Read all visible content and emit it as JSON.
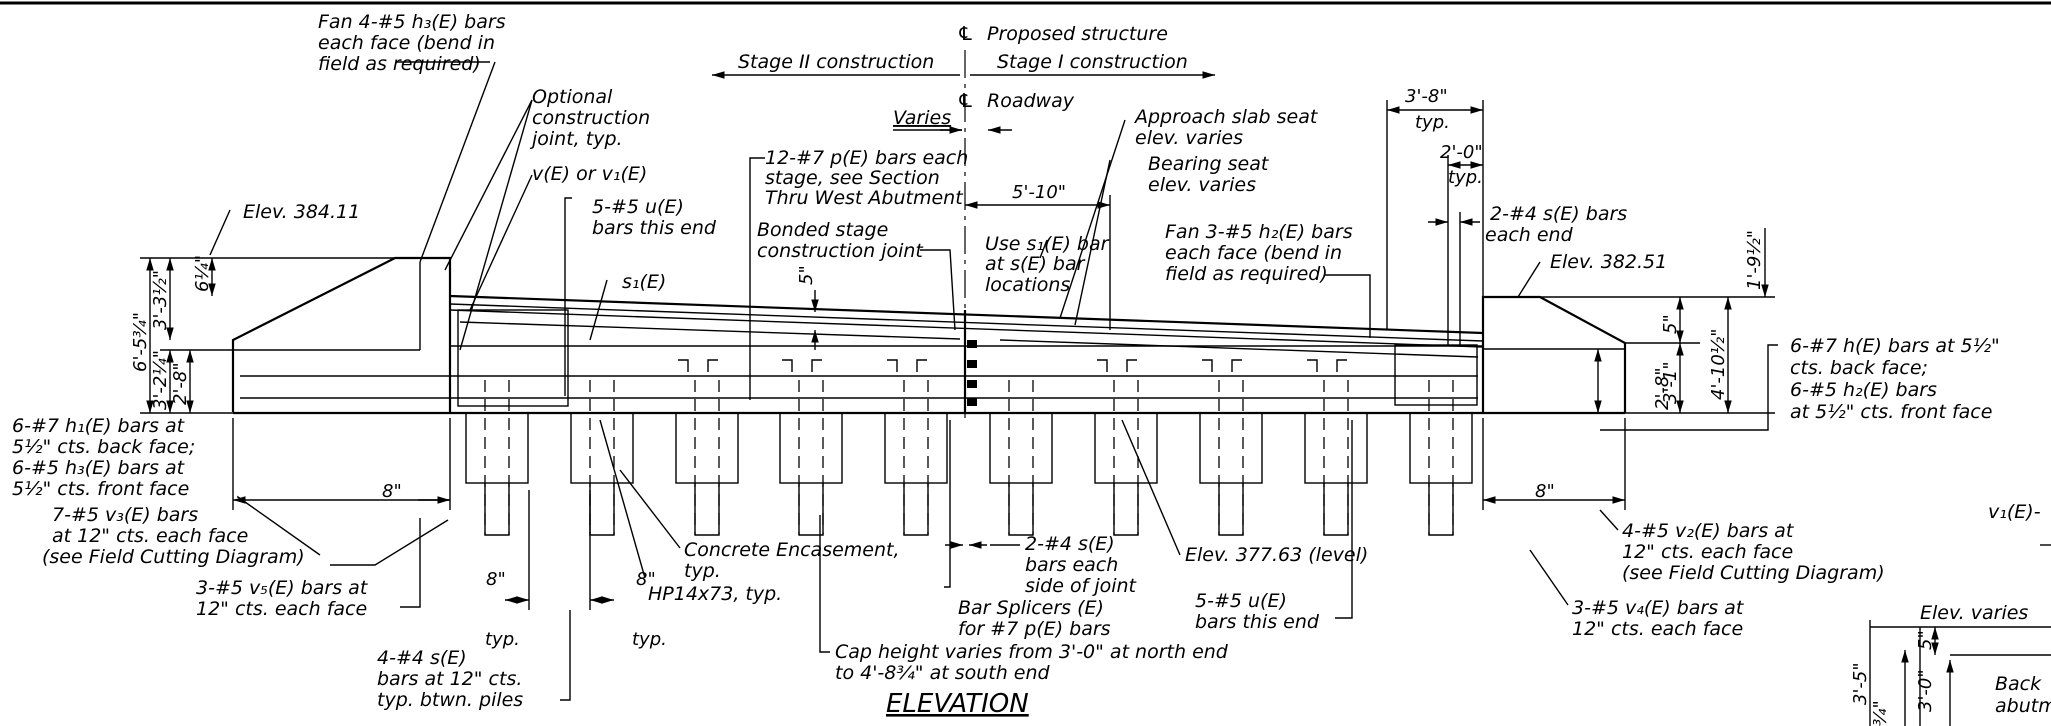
{
  "title": "ELEVATION",
  "centerlines": {
    "proposed_structure": "Proposed structure",
    "roadway": "Roadway",
    "symbol": "℄"
  },
  "stages": {
    "stage_ii": "Stage II construction",
    "stage_i": "Stage I construction"
  },
  "labels": {
    "fan_h3_1": "Fan 4-#5 h₃(E) bars",
    "fan_h3_2": "each face (bend in",
    "fan_h3_3": "field as required)",
    "opt_joint_1": "Optional",
    "opt_joint_2": "construction",
    "opt_joint_3": "joint, typ.",
    "v_e": "v(E) or v₁(E)",
    "u_e_left_1": "5-#5 u(E)",
    "u_e_left_2": "bars this end",
    "elev_left": "Elev. 384.11",
    "s1_e": "s₁(E)",
    "varies": "Varies",
    "p_e_1": "12-#7 p(E) bars each",
    "p_e_2": "stage, see Section",
    "p_e_3": "Thru West Abutment",
    "bonded_1": "Bonded stage",
    "bonded_2": "construction joint",
    "approach_1": "Approach slab seat",
    "approach_2": "elev. varies",
    "bearing_1": "Bearing seat",
    "bearing_2": "elev. varies",
    "use_s1_1": "Use s₁(E) bar",
    "use_s1_2": "at s(E) bar",
    "use_s1_3": "locations",
    "fan_h2_1": "Fan 3-#5 h₂(E) bars",
    "fan_h2_2": "each face (bend in",
    "fan_h2_3": "field as required)",
    "elev_right": "Elev. 382.51",
    "s_e_end_1": "2-#4 s(E) bars",
    "s_e_end_2": "each end",
    "h_e_right_1": "6-#7 h(E) bars at 5½\"",
    "h_e_right_2": "cts. back face;",
    "h_e_right_3": "6-#5 h₂(E) bars",
    "h_e_right_4": "at 5½\" cts. front face",
    "h1_left_1": "6-#7 h₁(E) bars at",
    "h1_left_2": "5½\" cts. back face;",
    "h1_left_3": "6-#5 h₃(E) bars at",
    "h1_left_4": "5½\" cts. front face",
    "v3_1": "7-#5 v₃(E) bars",
    "v3_2": "at 12\" cts. each face",
    "v3_3": "(see Field Cutting Diagram)",
    "v5_1": "3-#5 v₅(E) bars at",
    "v5_2": "12\" cts. each face",
    "encasement_1": "Concrete Encasement,",
    "encasement_2": "typ.",
    "hp": "HP14x73, typ.",
    "s_e_joint_1": "2-#4 s(E)",
    "s_e_joint_2": "bars each",
    "s_e_joint_3": "side of joint",
    "splicers_1": "Bar Splicers (E)",
    "splicers_2": "for #7 p(E) bars",
    "elev_level": "Elev. 377.63 (level)",
    "u_e_right_1": "5-#5 u(E)",
    "u_e_right_2": "bars this end",
    "v2_1": "4-#5 v₂(E) bars at",
    "v2_2": "12\" cts. each face",
    "v2_3": "(see Field Cutting Diagram)",
    "v4_1": "3-#5 v₄(E) bars at",
    "v4_2": "12\" cts. each face",
    "cap_1": "Cap height varies from 3'-0\" at north end",
    "cap_2": "to 4'-8¾\" at south end",
    "s_e_piles_1": "4-#4 s(E)",
    "s_e_piles_2": "bars at 12\" cts.",
    "s_e_piles_3": "typ. btwn. piles",
    "v1_cut": "v₁(E)-",
    "elev_varies": "Elev. varies",
    "back_1": "Back",
    "back_2": "abutm"
  },
  "dimensions": {
    "d_3_8": "3'-8\"",
    "typ": "typ.",
    "d_2_0": "2'-0\"",
    "d_5_10": "5'-10\"",
    "d_5": "5\"",
    "d_6_5_3_4": "6'-5¾\"",
    "d_3_3_1_2": "3'-3½\"",
    "d_6_1_4": "6¼\"",
    "d_3_2_1_4": "3'-2¼\"",
    "d_2_8": "2'-8\"",
    "d_8": "8\"",
    "d_1_9_1_2": "1'-9½\"",
    "d_3_1": "3'-1\"",
    "d_4_10_1_2": "4'-10½\"",
    "d_3_0": "3'-0\"",
    "d_3_5": "3'-5\"",
    "d_3_4": "¾\""
  }
}
